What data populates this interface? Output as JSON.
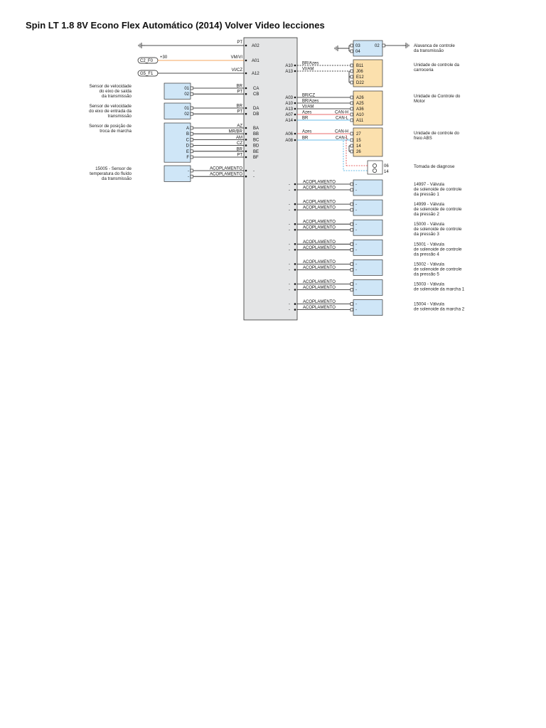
{
  "title": "Spin LT 1.8 8V Econo Flex Automático (2014) Volver Video lecciones",
  "colors": {
    "box_blue": "#cfe6f7",
    "box_orange": "#fbe0ad",
    "wire_orange": "#f08a2a",
    "can_red": "#e03a3a",
    "can_blue": "#3aa8e0",
    "module": "#e4e5e6"
  },
  "left": {
    "top_wires": [
      {
        "wire": "PT",
        "pin": "A02",
        "source": ""
      },
      {
        "wire": "VM/VI",
        "pin": "A01",
        "source": "C2_F0",
        "extra": "+30"
      },
      {
        "wire": "VI/CZ",
        "pin": "A12",
        "source": "G5_F1"
      }
    ],
    "sensors": [
      {
        "label": [
          "Sensor de velocidade",
          "do eixo de saída",
          "da transmissão"
        ],
        "rows": [
          {
            "in": "01",
            "wire": "BR",
            "pin": "CA"
          },
          {
            "in": "02",
            "wire": "PT",
            "pin": "CB"
          }
        ]
      },
      {
        "label": [
          "Sensor de velocidade",
          "do eixo de entrada da",
          "transmissão"
        ],
        "rows": [
          {
            "in": "01",
            "wire": "BR",
            "pin": "DA"
          },
          {
            "in": "02",
            "wire": "PT",
            "pin": "DB"
          }
        ]
      },
      {
        "label": [
          "Sensor de posição de",
          "troca de marcha"
        ],
        "rows": [
          {
            "in": "A",
            "wire": "AZ",
            "pin": "BA"
          },
          {
            "in": "B",
            "wire": "MR/BR",
            "pin": "BB"
          },
          {
            "in": "C",
            "wire": "AM",
            "pin": "BC"
          },
          {
            "in": "D",
            "wire": "CZ",
            "pin": "BD"
          },
          {
            "in": "E",
            "wire": "BR",
            "pin": "BE"
          },
          {
            "in": "F",
            "wire": "PT",
            "pin": "BF"
          }
        ]
      },
      {
        "label": [
          "15005 - Sensor de",
          "temperatura do fluído",
          "da transmissão"
        ],
        "rows": [
          {
            "in": "-",
            "wire": "ACOPLAMENTO",
            "pin": "-"
          },
          {
            "in": "-",
            "wire": "ACOPLAMENTO",
            "pin": "-"
          }
        ]
      }
    ]
  },
  "right": {
    "units": [
      {
        "label": [
          "Alavanca de controle",
          "da transmissão"
        ],
        "wires": [
          {
            "pin": "",
            "wire": "",
            "in": "03"
          },
          {
            "pin": "",
            "wire": "",
            "in": "04"
          }
        ],
        "extra_pin": "02"
      },
      {
        "label": [
          "Unidade de controle da",
          "carroceria"
        ],
        "wires": [
          {
            "pin": "A10",
            "wire": "BR/Azes",
            "in": "B11"
          },
          {
            "pin": "A13",
            "wire": "VI/AM",
            "in": "J06"
          },
          {
            "pin": "",
            "wire": "",
            "in": "E12"
          },
          {
            "pin": "",
            "wire": "",
            "in": "D22"
          }
        ]
      },
      {
        "label": [
          "Unidade de Controle do",
          "Motor"
        ],
        "wires": [
          {
            "pin": "A03",
            "wire": "BR/CZ",
            "in": "A26"
          },
          {
            "pin": "A10",
            "wire": "BR/Azes",
            "in": "A25"
          },
          {
            "pin": "A13",
            "wire": "VI/AM",
            "in": "A36"
          },
          {
            "pin": "A07",
            "wire": "Azes",
            "can": "CAN-H",
            "in": "A10"
          },
          {
            "pin": "A14",
            "wire": "BR",
            "can": "CAN-L",
            "in": "A11"
          }
        ]
      },
      {
        "label": [
          "Unidade de controle do",
          "freio ABS"
        ],
        "wires": [
          {
            "pin": "A06",
            "wire": "Azes",
            "can": "CAN-H",
            "in": "27"
          },
          {
            "pin": "A08",
            "wire": "BR",
            "can": "CAN-L",
            "in": "15"
          },
          {
            "pin": "",
            "wire": "",
            "in": "14"
          },
          {
            "pin": "",
            "wire": "",
            "in": "26"
          }
        ]
      }
    ],
    "diag": {
      "label": "Tomada de diagnose",
      "pins": [
        "06",
        "14"
      ]
    },
    "valves": [
      {
        "label": [
          "14997 - Válvula",
          "de solenoide de controle",
          "da pressão 1"
        ],
        "wire": "ACOPLAMENTO",
        "pin": "-"
      },
      {
        "label": [
          "14999 - Válvula",
          "de solenoide de controle",
          "da pressão 2"
        ],
        "wire": "ACOPLAMENTO",
        "pin": "-"
      },
      {
        "label": [
          "15000 - Válvula",
          "de solenoide de controle",
          "da pressão 3"
        ],
        "wire": "ACOPLAMENTO",
        "pin": "-"
      },
      {
        "label": [
          "15001 - Válvula",
          "de solenoide de controle",
          "da pressão 4"
        ],
        "wire": "ACOPLAMENTO",
        "pin": "-"
      },
      {
        "label": [
          "15002 - Válvula",
          "de solenoide de controle",
          "da pressão 5"
        ],
        "wire": "ACOPLAMENTO",
        "pin": "-"
      },
      {
        "label": [
          "15003 - Válvula",
          "de solenoide da marcha 1"
        ],
        "wire": "ACOPLAMENTO",
        "pin": "-"
      },
      {
        "label": [
          "15004 - Válvula",
          "de solenoide da marcha 2"
        ],
        "wire": "ACOPLAMENTO",
        "pin": "-"
      }
    ]
  }
}
